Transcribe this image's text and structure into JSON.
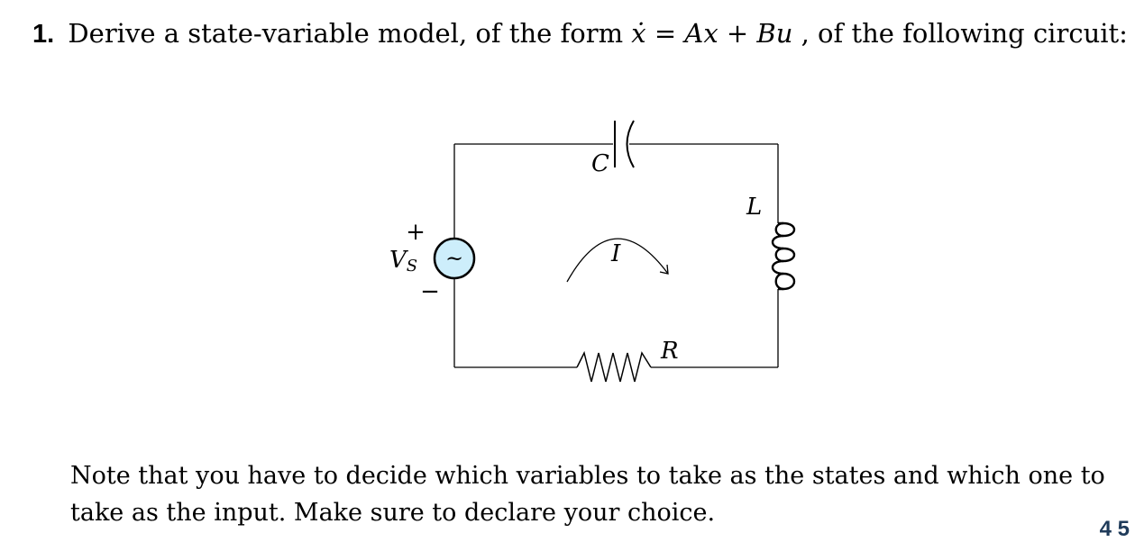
{
  "problem": {
    "number": "1.",
    "text_before": "Derive a state-variable model, of the form ",
    "equation": "ẋ = Ax + Bu",
    "text_after": ", of the following circuit:"
  },
  "circuit": {
    "capacitor_label": "C",
    "inductor_label": "L",
    "resistor_label": "R",
    "current_label": "I",
    "source_label": "V",
    "source_subscript": "S",
    "source_symbol": "~",
    "plus_label": "+",
    "minus_label": "−"
  },
  "note": {
    "line1": "Note that you have to decide which variables to take as the states and which one to",
    "line2": "take as the input. Make sure to declare your choice."
  },
  "footer": {
    "fragment": "4 5"
  },
  "colors": {
    "source_fill": "#cdeefb",
    "wire": "#000000"
  }
}
